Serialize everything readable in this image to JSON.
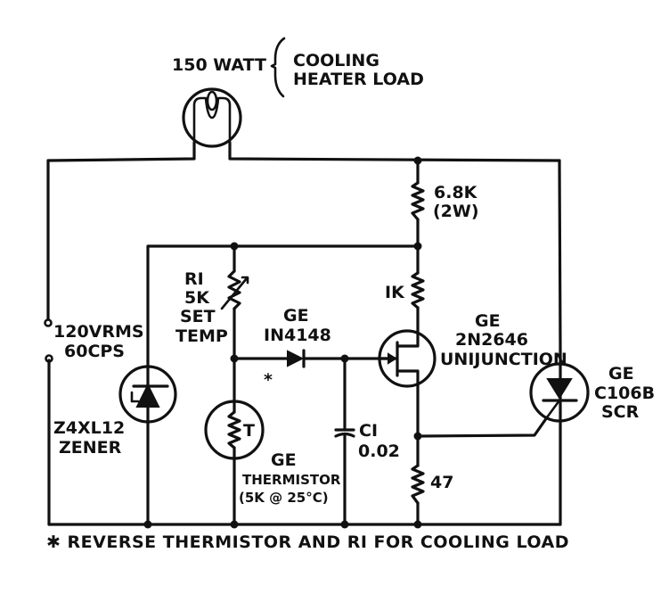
{
  "diagram": {
    "type": "electronic-schematic",
    "title": "Thermistor-controlled heater/cooling load switch",
    "colors": {
      "ink": "#111111",
      "background": "#ffffff"
    },
    "components": {
      "lamp": {
        "label": "150 WATT",
        "brace_lines": [
          "COOLING",
          "HEATER LOAD"
        ]
      },
      "source": {
        "lines": [
          "120VRMS",
          "60CPS"
        ]
      },
      "zener": {
        "lines": [
          "Z4XL12",
          "ZENER"
        ]
      },
      "r1": {
        "lines": [
          "RI",
          "5K",
          "SET",
          "TEMP"
        ]
      },
      "thermistor": {
        "symbol": "T",
        "marker": "*",
        "lines": [
          "GE",
          "THERMISTOR",
          "(5K @ 25°C)"
        ]
      },
      "diode": {
        "lines": [
          "GE",
          "IN4148"
        ]
      },
      "capacitor": {
        "lines": [
          "CI",
          "0.02"
        ]
      },
      "r_68k": {
        "lines": [
          "6.8K",
          "(2W)"
        ]
      },
      "r_1k": {
        "label": "IK"
      },
      "ujt": {
        "lines": [
          "GE",
          "2N2646",
          "UNIJUNCTION"
        ]
      },
      "r_47": {
        "label": "47"
      },
      "scr": {
        "lines": [
          "GE",
          "C106B",
          "SCR"
        ]
      }
    },
    "footnote": "✱ REVERSE THERMISTOR AND RI FOR COOLING LOAD"
  }
}
